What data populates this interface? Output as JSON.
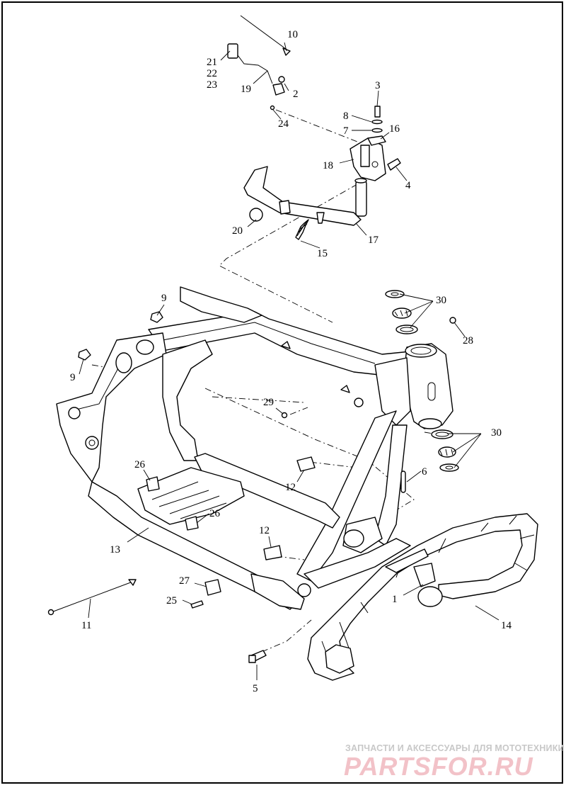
{
  "callouts": {
    "c1": "1",
    "c2": "2",
    "c3": "3",
    "c4": "4",
    "c5": "5",
    "c6": "6",
    "c7": "7",
    "c8": "8",
    "c9a": "9",
    "c9b": "9",
    "c10": "10",
    "c11": "11",
    "c12a": "12",
    "c12b": "12",
    "c13": "13",
    "c14": "14",
    "c15": "15",
    "c16": "16",
    "c17": "17",
    "c18": "18",
    "c19": "19",
    "c20": "20",
    "c21": "21",
    "c22": "22",
    "c23": "23",
    "c24": "24",
    "c25": "25",
    "c26a": "26",
    "c26b": "26",
    "c27": "27",
    "c28": "28",
    "c29": "29",
    "c30a": "30",
    "c30b": "30"
  },
  "watermark": {
    "tagline": "ЗАПЧАСТИ И АКСЕССУАРЫ ДЛЯ МОТОТЕХНИКИ",
    "logo": "PARTSFOR.RU",
    "color": "#f2c2c8"
  }
}
